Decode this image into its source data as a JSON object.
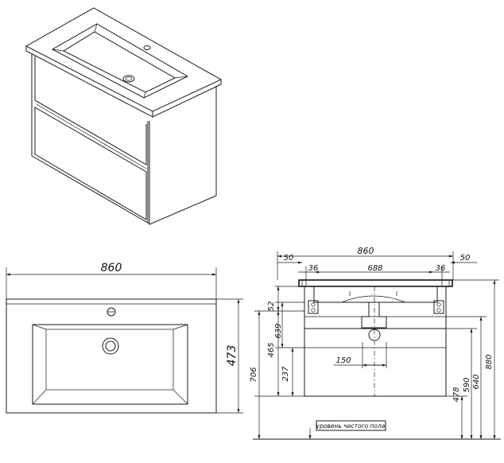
{
  "top_view": {
    "width_label": "860",
    "depth_label": "473"
  },
  "front_view": {
    "overall_width": "860",
    "overhang_left": "50",
    "overhang_right": "50",
    "inner_left": "36",
    "inner_right": "36",
    "inner_width": "688",
    "drain_width": "150",
    "height_52": "52",
    "height_465": "465",
    "height_639": "639",
    "height_237": "237",
    "height_706": "706",
    "height_478": "478",
    "height_590": "590",
    "height_640": "640",
    "height_880": "880",
    "floor_label": "уровень чистого пола"
  }
}
